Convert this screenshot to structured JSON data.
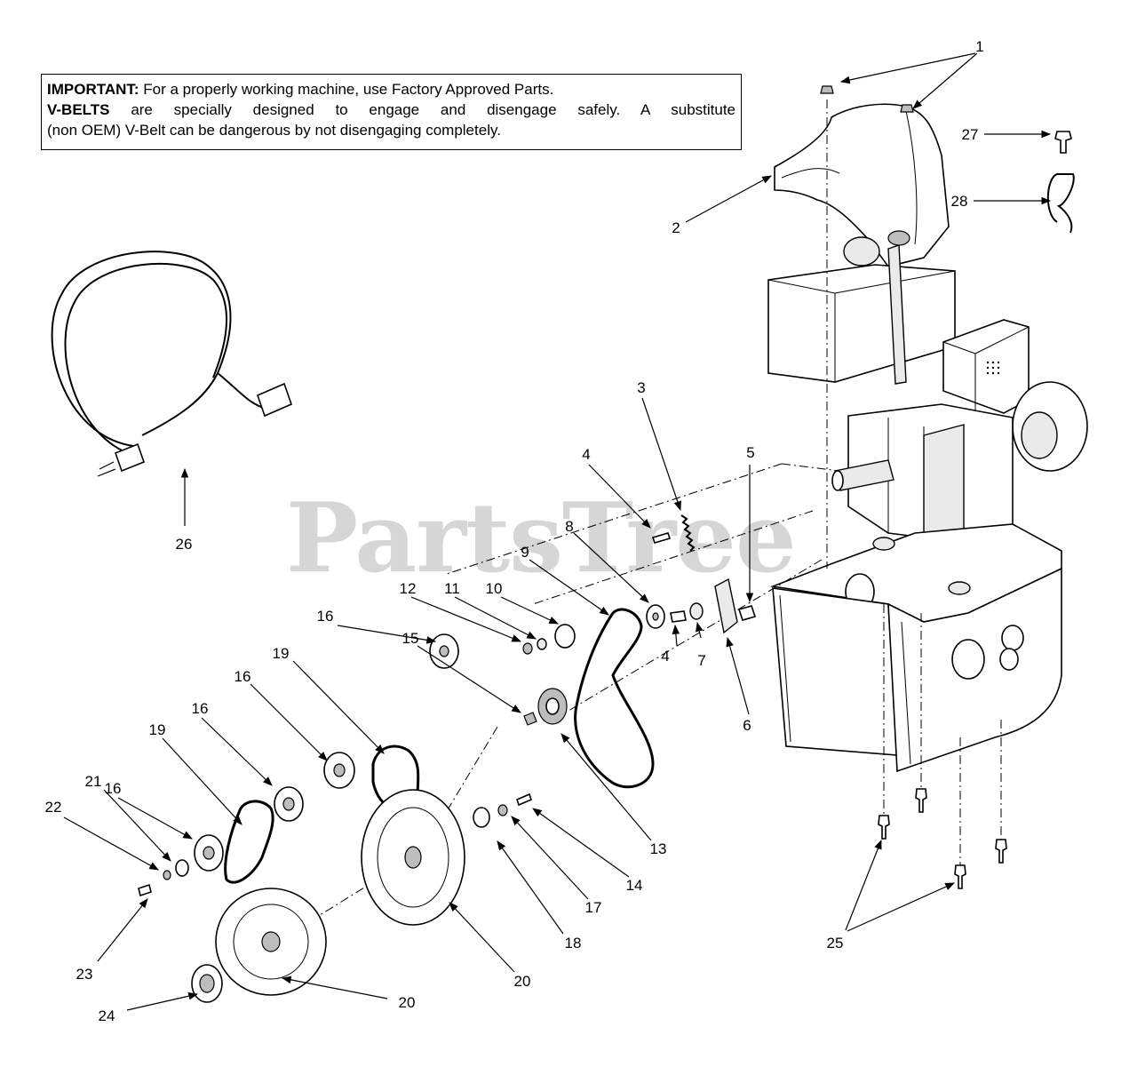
{
  "notice": {
    "important_label": "IMPORTANT:",
    "important_text": " For a properly working machine, use Factory Approved Parts.",
    "vbelts_label": "V-BELTS",
    "vbelts_text": " are specially designed to engage and disengage safely. A substitute",
    "vbelts_text2": "(non OEM) V-Belt can be dangerous by not disengaging completely."
  },
  "watermark": "PartsTree",
  "callouts": {
    "c1": "1",
    "c2": "2",
    "c3": "3",
    "c4a": "4",
    "c4b": "4",
    "c5": "5",
    "c6": "6",
    "c7": "7",
    "c8": "8",
    "c9": "9",
    "c10": "10",
    "c11": "11",
    "c12": "12",
    "c13": "13",
    "c14": "14",
    "c15": "15",
    "c16a": "16",
    "c16b": "16",
    "c16c": "16",
    "c16d": "16",
    "c17": "17",
    "c18": "18",
    "c19a": "19",
    "c19b": "19",
    "c20a": "20",
    "c20b": "20",
    "c21": "21",
    "c22": "22",
    "c23": "23",
    "c24": "24",
    "c25": "25",
    "c26": "26",
    "c27": "27",
    "c28": "28"
  }
}
